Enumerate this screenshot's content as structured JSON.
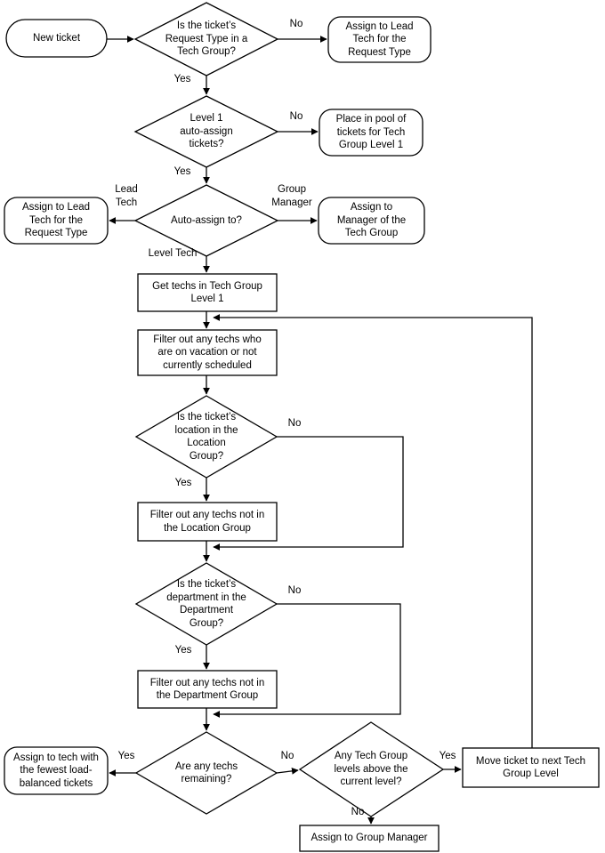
{
  "diagram": {
    "title": "Ticket auto-assignment flowchart",
    "stroke_color": "#000000",
    "fill_color": "#ffffff",
    "text_color": "#000000"
  },
  "nodes": {
    "new_ticket": "New ticket",
    "d_request_type": "Is the ticket’s\nRequest Type in a\nTech Group?",
    "assign_lead_tech_top": "Assign to Lead\nTech for the\nRequest Type",
    "d_level1_autoassign": "Level 1\nauto-assign\ntickets?",
    "place_in_pool": "Place in pool of\ntickets for Tech\nGroup Level 1",
    "assign_lead_tech_left": "Assign to Lead\nTech for the\nRequest Type",
    "d_autoassign_to": "Auto-assign to?",
    "assign_manager": "Assign to\nManager of the\nTech Group",
    "get_techs": "Get techs in Tech Group\nLevel 1",
    "filter_vacation": "Filter out any techs who\nare on vacation or not\ncurrently scheduled",
    "d_location": "Is the ticket’s\nlocation in the\nLocation\nGroup?",
    "filter_location": "Filter out any techs not in\nthe Location Group",
    "d_department": "Is the ticket’s\ndepartment in the\nDepartment\nGroup?",
    "filter_department": "Filter out any techs not in\nthe Department Group",
    "d_techs_remaining": "Are any techs\nremaining?",
    "assign_fewest": "Assign to tech with\nthe fewest load-\nbalanced tickets",
    "d_higher_levels": "Any Tech Group\nlevels above the\ncurrent level?",
    "move_next_level": "Move ticket to next Tech\nGroup Level",
    "assign_group_manager": "Assign to Group Manager"
  },
  "edge_labels": {
    "request_type_no": "No",
    "request_type_yes": "Yes",
    "level1_no": "No",
    "level1_yes": "Yes",
    "autoassign_lead": "Lead\nTech",
    "autoassign_manager": "Group\nManager",
    "autoassign_level": "Level Tech",
    "location_no": "No",
    "location_yes": "Yes",
    "department_no": "No",
    "department_yes": "Yes",
    "remaining_yes": "Yes",
    "remaining_no": "No",
    "higher_yes": "Yes",
    "higher_no": "No"
  }
}
